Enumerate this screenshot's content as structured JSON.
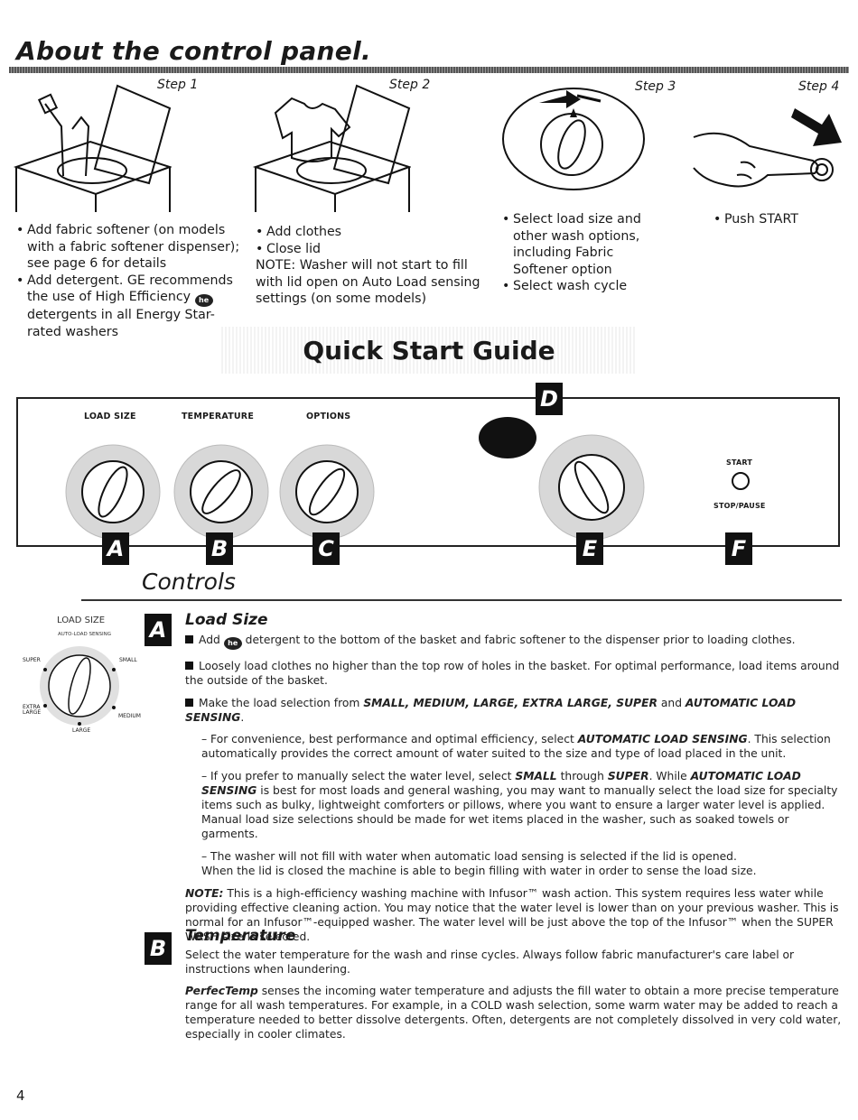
{
  "page": {
    "title": "About the control panel.",
    "page_number": "4"
  },
  "steps": [
    {
      "label": "Step 1",
      "lines": [
        "Add fabric softener (on models with a fabric softener dispenser); see page 6 for details",
        "Add detergent. GE recommends the use of High Efficiency",
        "detergents in all Energy Star-rated washers"
      ]
    },
    {
      "label": "Step 2",
      "lines": [
        "Add clothes",
        "Close lid",
        "NOTE: Washer will not start to fill with lid open on Auto Load sensing settings (on some models)"
      ]
    },
    {
      "label": "Step 3",
      "lines": [
        "Select load size and other wash options, including Fabric Softener option",
        "Select wash cycle"
      ]
    },
    {
      "label": "Step 4",
      "lines": [
        "Push START"
      ]
    }
  ],
  "quick_start": "Quick Start Guide",
  "panel": {
    "labels": {
      "load_size": "LOAD SIZE",
      "temperature": "TEMPERATURE",
      "options": "OPTIONS",
      "start": "START",
      "stop_pause": "STOP/PAUSE"
    },
    "letters": {
      "a": "A",
      "b": "B",
      "c": "C",
      "d": "D",
      "e": "E",
      "f": "F"
    }
  },
  "he_badge": "he",
  "controls": {
    "title": "Controls",
    "dial": {
      "title": "LOAD SIZE",
      "subtitle": "AUTO-LOAD SENSING",
      "super": "SUPER",
      "small": "SMALL",
      "extra": "EXTRA",
      "large_word": "LARGE",
      "medium": "MEDIUM",
      "large": "LARGE"
    },
    "load_size": {
      "heading": "Load Size",
      "b1_pre": "Add",
      "b1_post": "detergent to the bottom of the basket and fabric softener to the dispenser prior to loading clothes.",
      "b2": "Loosely load clothes no higher than the top row of holes in the basket. For optimal performance, load items around the outside of the basket.",
      "b3_pre": "Make the load selection from",
      "b3_opts": "SMALL, MEDIUM, LARGE, EXTRA LARGE, SUPER",
      "b3_and": "and",
      "b3_auto": "AUTOMATIC LOAD SENSING",
      "b3_end": ".",
      "d1_pre": "– For convenience, best performance and optimal efficiency, select",
      "d1_bold": "AUTOMATIC LOAD SENSING",
      "d1_post": ". This selection automatically provides the correct amount of water suited to the size and type of load placed in the unit.",
      "d2_pre": "– If you prefer to manually select the water level, select",
      "d2_small": "SMALL",
      "d2_through": "through",
      "d2_super": "SUPER",
      "d2_while": ". While",
      "d2_auto": "AUTOMATIC LOAD SENSING",
      "d2_post": "is best for most loads and general washing, you may want to manually select the load size for specialty items such as bulky, lightweight comforters or pillows, where you want to ensure a larger water level is applied. Manual load size selections should be made for wet items placed in the washer, such as soaked towels or garments.",
      "d3": "– The washer will not fill with water when automatic load sensing is selected if the lid is opened.",
      "d3b": "When the lid is closed the machine is able to begin filling with water in order to sense the load size.",
      "note_label": "NOTE:",
      "note": "This is a high-efficiency washing machine with Infusor™ wash action. This system requires less water while providing effective cleaning action. You may notice that the water level is lower than on your previous washer. This is normal for an Infusor™-equipped washer. The water level will be just above the top of the Infusor™ when the SUPER WASH size is selected."
    },
    "temperature": {
      "heading": "Temperature",
      "p1": "Select the water temperature for the wash and rinse cycles. Always follow fabric manufacturer's care label or instructions when laundering.",
      "perfect_label": "PerfecTemp",
      "p2": "senses the incoming water temperature and adjusts the fill water to obtain a more precise temperature range for all wash temperatures. For example, in a COLD wash selection, some warm water may be added to reach a temperature needed to better dissolve detergents. Often, detergents are not completely dissolved in very cold water, especially in cooler climates."
    }
  },
  "colors": {
    "ink": "#1a1a1a",
    "black": "#111111",
    "rule": "#555555"
  }
}
